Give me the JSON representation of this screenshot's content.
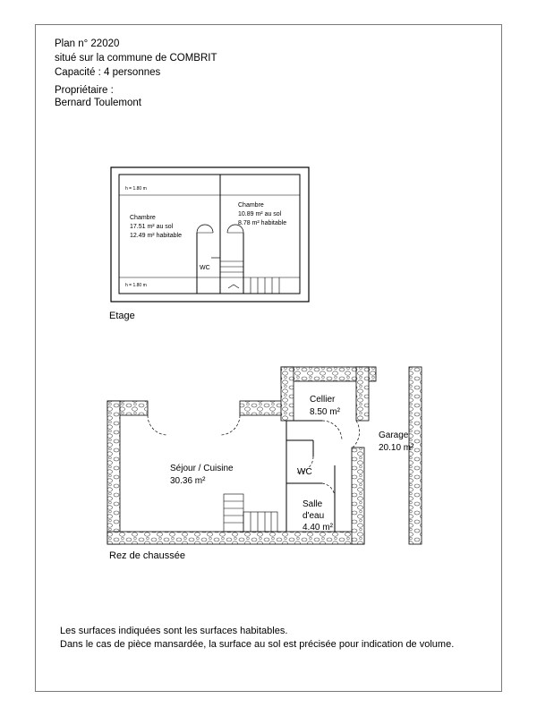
{
  "header": {
    "plan": "Plan n° 22020",
    "location": "situé sur la commune de COMBRIT",
    "capacity": "Capacité : 4 personnes",
    "owner_label": "Propriétaire :",
    "owner_name": "Bernard Toulemont"
  },
  "etage": {
    "caption": "Etage",
    "height_top": "h = 1.80 m",
    "height_bottom": "h = 1.80 m",
    "chambre1": {
      "name": "Chambre",
      "floor": "17.51 m² au sol",
      "habitable": "12.49 m² habitable"
    },
    "chambre2": {
      "name": "Chambre",
      "floor": "10.89 m² au sol",
      "habitable": "8.78 m² habitable"
    },
    "wc": "WC"
  },
  "rdc": {
    "caption": "Rez de chaussée",
    "sejour": {
      "name": "Séjour / Cuisine",
      "area": "30.36 m²"
    },
    "cellier": {
      "name": "Cellier",
      "area": "8.50 m²"
    },
    "garage": {
      "name": "Garage",
      "area": "20.10 m²"
    },
    "wc": "WC",
    "salle": {
      "line1": "Salle",
      "line2": "d'eau",
      "area": "4.40 m²"
    }
  },
  "footer": {
    "line1": "Les surfaces indiquées sont les surfaces habitables.",
    "line2": "Dans le cas de pièce mansardée, la surface au sol est précisée pour indication de volume."
  }
}
